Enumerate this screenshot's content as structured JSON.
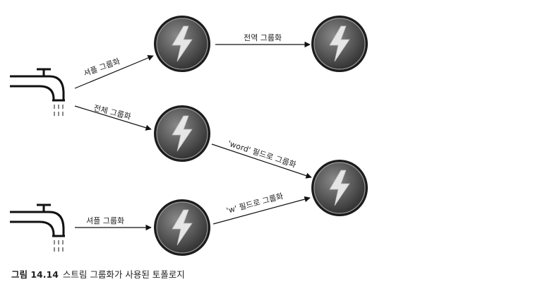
{
  "caption": {
    "number": "그림 14.14",
    "text": "스트림 그룹화가 사용된 토폴로지"
  },
  "nodes": [
    {
      "id": "spout1",
      "kind": "spout",
      "icon": "faucet-icon"
    },
    {
      "id": "spout2",
      "kind": "spout",
      "icon": "faucet-icon"
    },
    {
      "id": "bolt1",
      "kind": "bolt",
      "icon": "lightning-icon"
    },
    {
      "id": "bolt2",
      "kind": "bolt",
      "icon": "lightning-icon"
    },
    {
      "id": "bolt3",
      "kind": "bolt",
      "icon": "lightning-icon"
    },
    {
      "id": "bolt4",
      "kind": "bolt",
      "icon": "lightning-icon"
    },
    {
      "id": "bolt5",
      "kind": "bolt",
      "icon": "lightning-icon"
    }
  ],
  "edges": [
    {
      "from": "spout1",
      "to": "bolt1",
      "label": "셔플 그룹화"
    },
    {
      "from": "spout1",
      "to": "bolt3",
      "label": "전체 그룹화"
    },
    {
      "from": "bolt1",
      "to": "bolt2",
      "label": "전역 그룹화"
    },
    {
      "from": "bolt3",
      "to": "bolt4",
      "label": "'word' 필드로 그룹화"
    },
    {
      "from": "spout2",
      "to": "bolt5",
      "label": "셔플 그룹화"
    },
    {
      "from": "bolt5",
      "to": "bolt4",
      "label": "'w' 필드로 그룹화"
    }
  ]
}
